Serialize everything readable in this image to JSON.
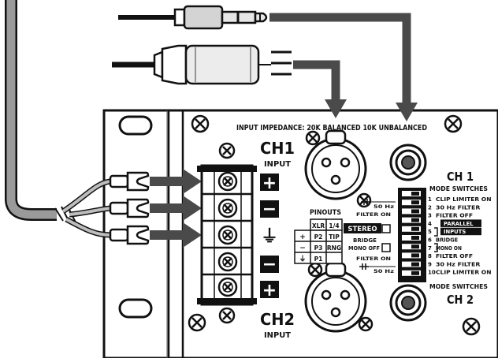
{
  "panel": {
    "impedance_label": "INPUT IMPEDANCE: 20K BALANCED 10K UNBALANCED"
  },
  "ch1": {
    "title": "CH1",
    "subtitle": "INPUT"
  },
  "ch2": {
    "title": "CH2",
    "subtitle": "INPUT"
  },
  "terminal_symbols": [
    "+",
    "−",
    "⏚",
    "−",
    "+"
  ],
  "pinouts": {
    "title": "PINOUTS",
    "header": [
      "XLR",
      "1/4"
    ],
    "rows": [
      {
        "sym": "+",
        "xlr": "P2",
        "quarter": "TIP"
      },
      {
        "sym": "−",
        "xlr": "P3",
        "quarter": "RNG"
      },
      {
        "sym": "⏚",
        "xlr": "P1",
        "quarter": ""
      }
    ]
  },
  "switch_labels": {
    "hz50_top": "50 Hz",
    "filter_on_top": "FILTER ON",
    "stereo": "STEREO",
    "bridge": "BRIDGE",
    "mono_off": "MONO OFF",
    "filter_on_bottom": "FILTER ON",
    "hz50_bottom": "50 Hz"
  },
  "mode_switches": {
    "ch1_header": "MODE SWITCHES",
    "ch1_title": "CH 1",
    "ch2_header": "MODE SWITCHES",
    "ch2_title": "CH 2",
    "items": [
      {
        "num": "1",
        "label": "CLIP LIMITER ON"
      },
      {
        "num": "2",
        "label": "30 Hz FILTER"
      },
      {
        "num": "3",
        "label": "FILTER OFF"
      },
      {
        "num": "4",
        "label": "PARALLEL"
      },
      {
        "num": "5",
        "label": "INPUTS"
      },
      {
        "num": "6",
        "label": "BRIDGE"
      },
      {
        "num": "7",
        "label": "MONO ON"
      },
      {
        "num": "8",
        "label": "FILTER OFF"
      },
      {
        "num": "9",
        "label": "30 Hz FILTER"
      },
      {
        "num": "10",
        "label": "CLIP LIMITER ON"
      }
    ]
  }
}
